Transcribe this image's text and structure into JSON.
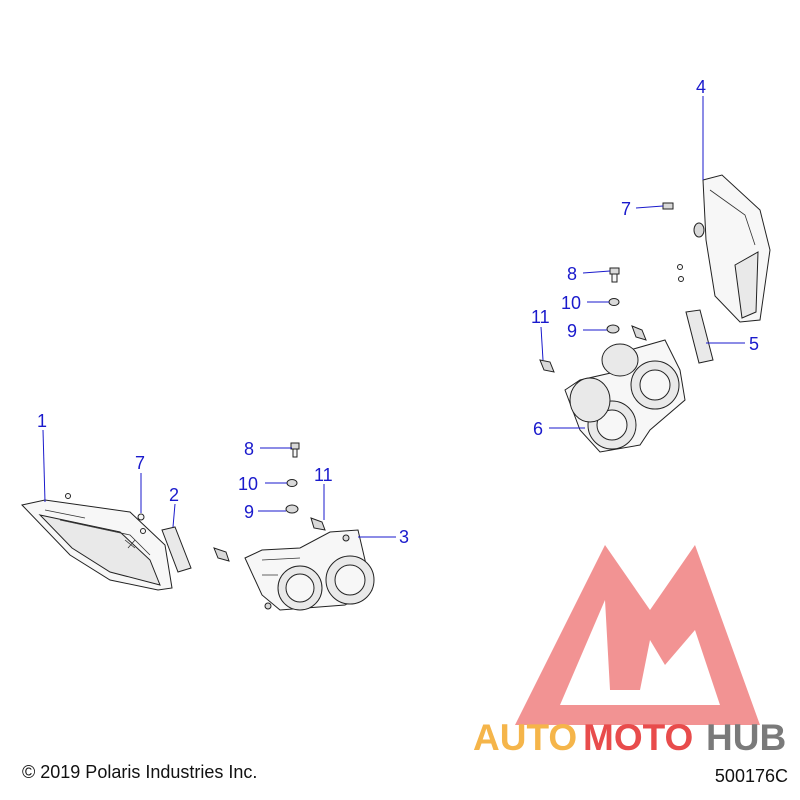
{
  "footer": {
    "copyright": "© 2019 Polaris Industries Inc.",
    "diagram_number": "500176C"
  },
  "watermark": {
    "brand_part1": "AUTO",
    "brand_part2": "MOTO",
    "brand_part3": "HUB",
    "colors": {
      "auto": "#f5b54a",
      "moto": "#e84c4c",
      "hub": "#7a7a7a",
      "logo": "#f08080"
    }
  },
  "callouts": {
    "c1": "1",
    "c2": "2",
    "c3": "3",
    "c4": "4",
    "c5": "5",
    "c6": "6",
    "c7_left": "7",
    "c7_right": "7",
    "c8_left": "8",
    "c8_right": "8",
    "c9_left": "9",
    "c9_right": "9",
    "c10_left": "10",
    "c10_right": "10",
    "c11_left": "11",
    "c11_right": "11"
  },
  "callout_color": "#1a1acc"
}
